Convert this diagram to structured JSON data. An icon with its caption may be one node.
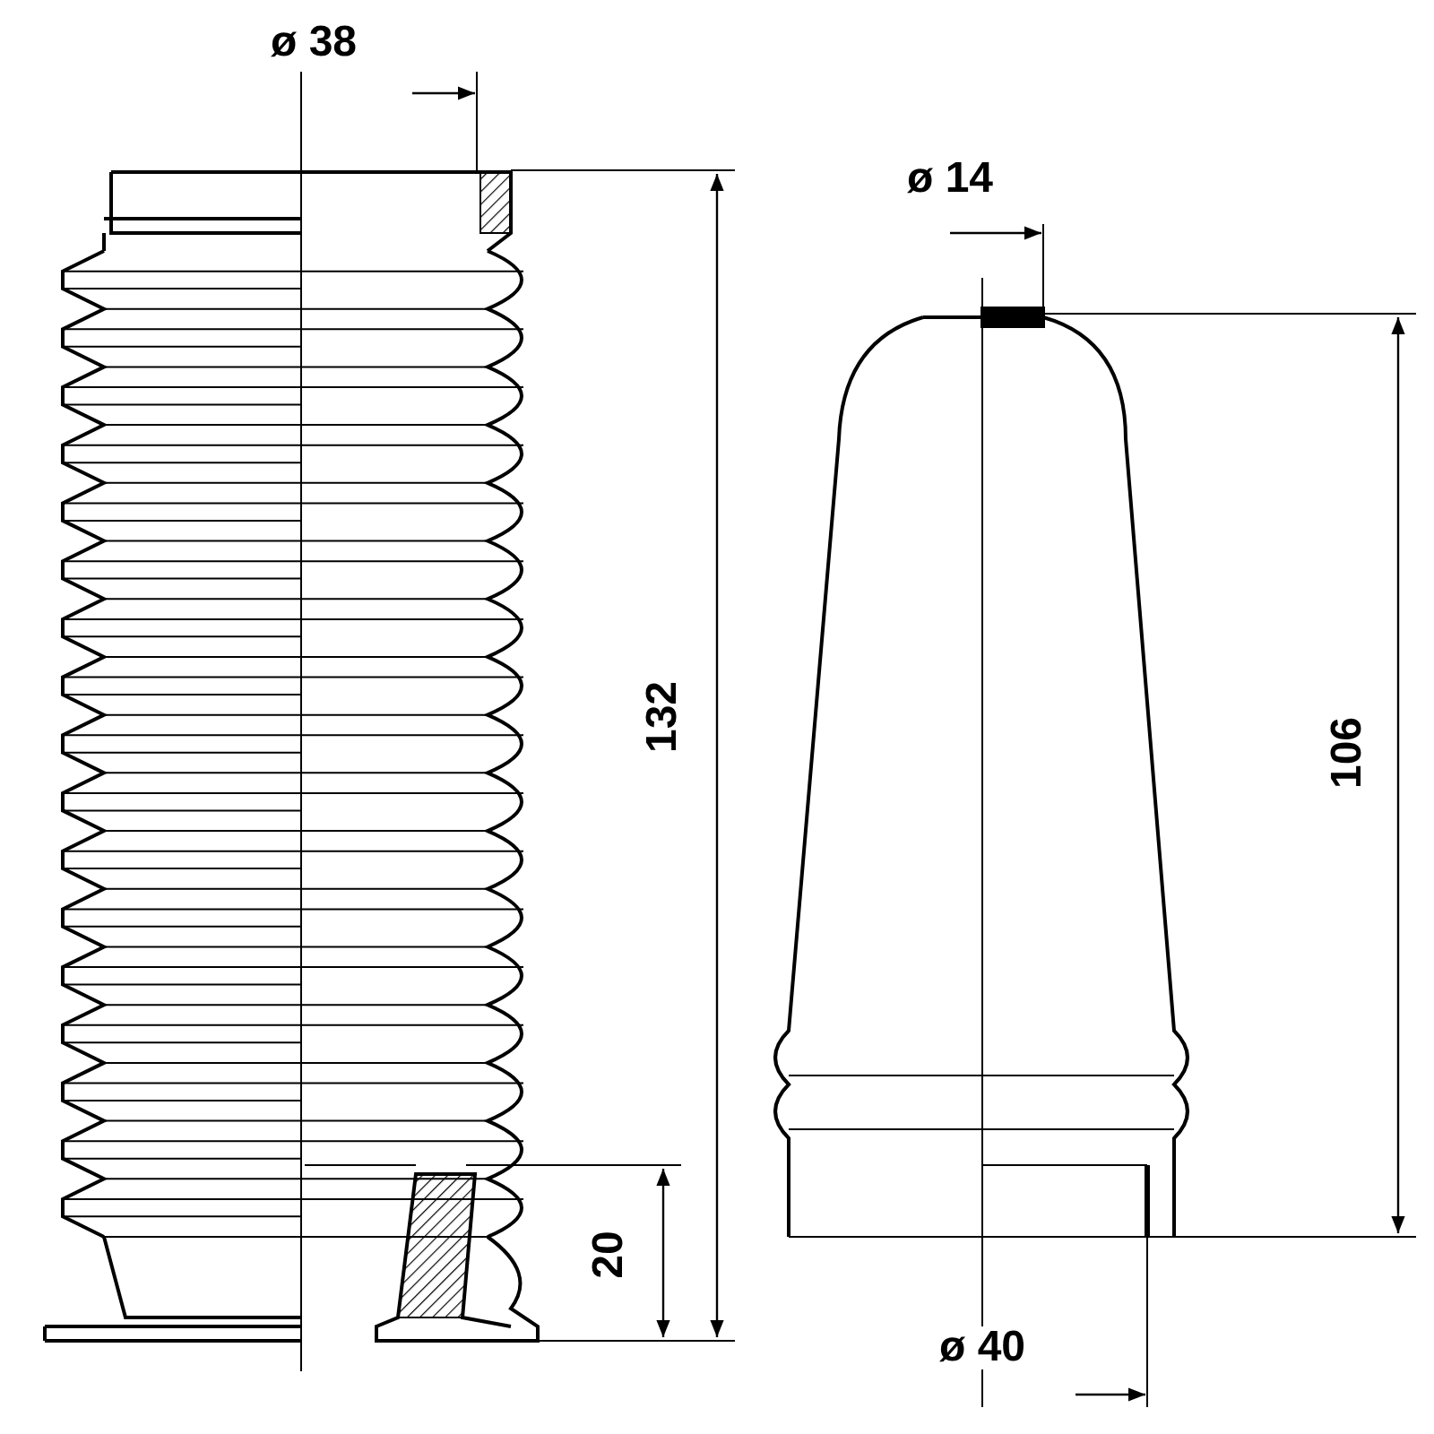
{
  "diagram": {
    "labels": [
      "ø 38",
      "132",
      "20",
      "ø 14",
      "106",
      "ø 40"
    ]
  }
}
